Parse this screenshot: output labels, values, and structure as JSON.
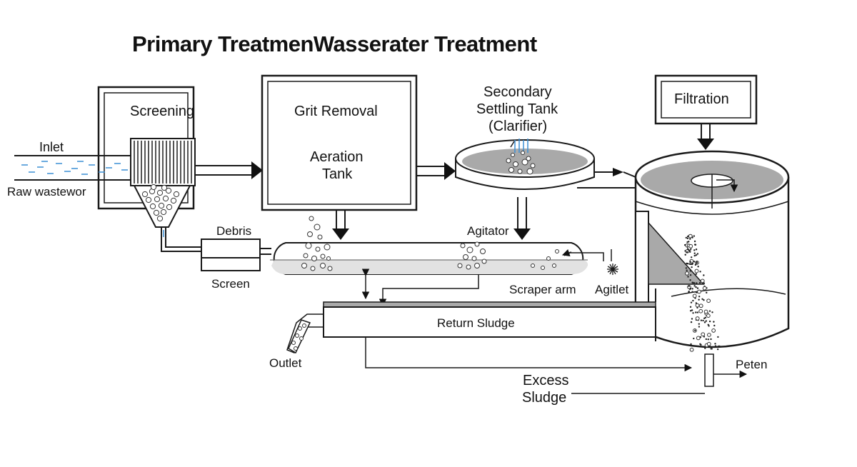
{
  "title": "Primary TreatmenWasserater Treatment",
  "labels": {
    "screening": "Screening",
    "grit_removal": "Grit Removal",
    "aeration_tank_line1": "Aeration",
    "aeration_tank_line2": "Tank",
    "secondary_line1": "Secondary",
    "secondary_line2": "Settling Tank",
    "secondary_line3": "(Clarifier)",
    "filtration": "Filtration",
    "inlet": "Inlet",
    "raw_wastewater": "Raw wastewor",
    "debris": "Debris",
    "screen": "Screen",
    "agitator": "Agitator",
    "scraper_arm": "Scraper arm",
    "agitlet": "Agitlet",
    "return_sludge": "Return Sludge",
    "outlet": "Outlet",
    "excess_line1": "Excess",
    "excess_line2": "Sludge",
    "peten": "Peten"
  },
  "colors": {
    "line": "#1a1a1a",
    "sludge_grey": "#a9a9a9",
    "water_blue": "#3b8fd4"
  }
}
